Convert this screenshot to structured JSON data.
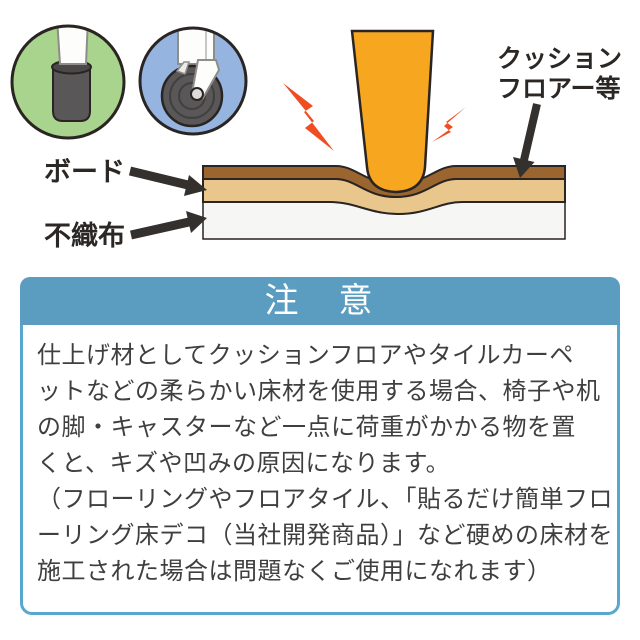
{
  "illustration": {
    "labels": {
      "cushion_floor_line1": "クッション",
      "cushion_floor_line2": "フロアー等",
      "board": "ボード",
      "nonwoven": "不織布"
    },
    "colors": {
      "leg_orange": "#F6A71F",
      "bolt_red": "#EF4E22",
      "cushion_brown": "#9A652F",
      "board_tan": "#E9C78C",
      "nonwoven_white": "#F6F6F4",
      "outline_dark": "#2A2422",
      "arrow_dark": "#33302E",
      "circle_green": "#A8D48D",
      "circle_blue": "#95B5E0",
      "rubber_gray": "#595757",
      "leg_white": "#FDFDFC"
    }
  },
  "notice": {
    "title": "注　意",
    "header_bg": "#5B9DC0",
    "border_color": "#58A7CE",
    "text_color": "#3F3F3F",
    "lines": [
      "仕上げ材としてクッションフロアやタイルカーペ",
      "ットなどの柔らかい床材を使用する場合、椅子や机",
      "の脚・キャスターなど一点に荷重がかかる物を置",
      "くと、キズや凹みの原因になります。",
      "（フローリングやフロアタイル、「貼るだけ簡単フロ",
      "ーリング床デコ（当社開発商品）」など硬めの床材を",
      "施工された場合は問題なくご使用になれます）"
    ]
  }
}
